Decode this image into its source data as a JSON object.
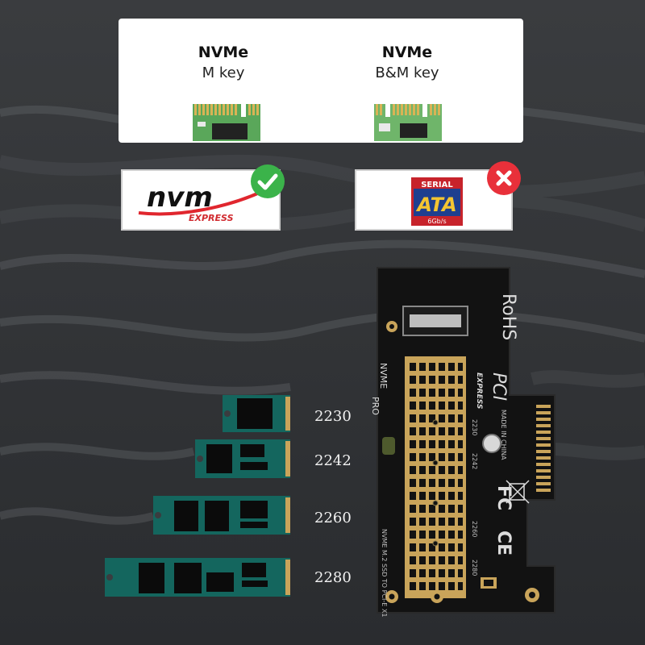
{
  "connectors": {
    "m_key": {
      "title": "NVMe",
      "subtitle": "M key"
    },
    "bm_key": {
      "title": "NVMe",
      "subtitle": "B&M key"
    }
  },
  "compatibility": {
    "nvme": {
      "logo_text": "nvm",
      "logo_sub": "EXPRESS",
      "status": "check-icon",
      "status_color": "#3bb34a"
    },
    "sata": {
      "logo_top": "SERIAL",
      "logo_main": "ATA",
      "logo_sub": "6Gb/s",
      "status": "close-icon",
      "status_color": "#e8303a"
    }
  },
  "ssd_sizes": [
    {
      "label": "2230"
    },
    {
      "label": "2242"
    },
    {
      "label": "2260"
    },
    {
      "label": "2280"
    }
  ],
  "card": {
    "rohs": "RoHS",
    "nvme_pro_1": "NVME",
    "nvme_pro_2": "PRO",
    "pcie_1": "PCI",
    "pcie_2": "EXPRESS",
    "made_in": "MADE IN CHINA",
    "model": "NVME M.2 SSD TO PCI-E X1",
    "size_marks": [
      "2230",
      "2242",
      "2260",
      "2280"
    ],
    "fc": "FC",
    "ce": "CE"
  },
  "colors": {
    "ssd_green": "#14665e",
    "gold": "#c9a45a",
    "pcb_black": "#111111",
    "background": "#2e3033"
  }
}
